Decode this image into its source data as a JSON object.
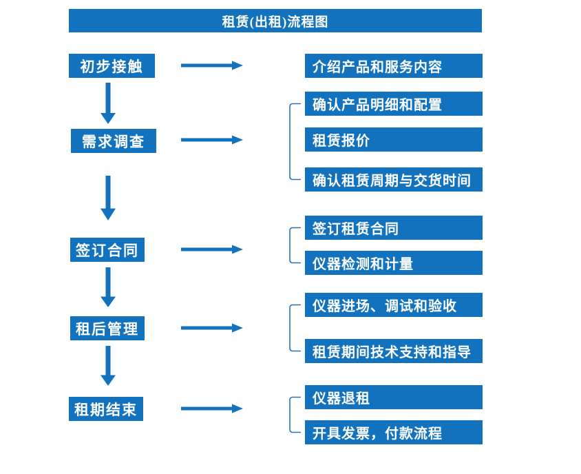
{
  "title": "租赁(出租)流程图",
  "colors": {
    "accent": "#1272BD",
    "bracket": "#2E74B5",
    "text_on_accent": "#FFFFFF",
    "background": "#FFFFFF"
  },
  "steps": [
    {
      "label": "初步接触"
    },
    {
      "label": "需求调查"
    },
    {
      "label": "签订合同"
    },
    {
      "label": "租后管理"
    },
    {
      "label": "租期结束"
    }
  ],
  "details": [
    {
      "label": "介绍产品和服务内容",
      "step": "初步接触"
    },
    {
      "label": "确认产品明细和配置",
      "step": "需求调查"
    },
    {
      "label": "租赁报价",
      "step": "需求调查"
    },
    {
      "label": "确认租赁周期与交货时间",
      "step": "需求调查"
    },
    {
      "label": "签订租赁合同",
      "step": "签订合同"
    },
    {
      "label": "仪器检测和计量",
      "step": "签订合同"
    },
    {
      "label": "仪器进场、调试和验收",
      "step": "租后管理"
    },
    {
      "label": "租赁期间技术支持和指导",
      "step": "租后管理"
    },
    {
      "label": "仪器退租",
      "step": "租期结束"
    },
    {
      "label": "开具发票，付款流程",
      "step": "租期结束"
    }
  ]
}
